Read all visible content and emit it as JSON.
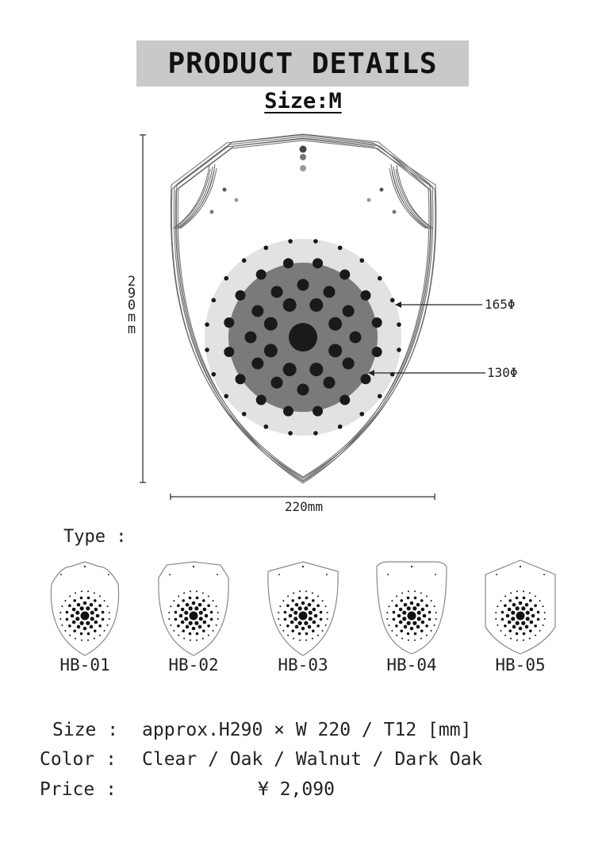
{
  "header": {
    "title": "PRODUCT DETAILS",
    "size_label": "Size:M"
  },
  "diagram": {
    "height_label": [
      "2",
      "9",
      "0",
      "m",
      "m"
    ],
    "width_label": "220mm",
    "outer_diameter_label": "165Φ",
    "inner_diameter_label": "130Φ",
    "colors": {
      "outer_ring": "#e2e2e2",
      "inner_disc": "#7a7a7a",
      "dots": "#1a1a1a",
      "outline": "#6a6a6a"
    }
  },
  "types": {
    "label": "Type :",
    "items": [
      {
        "name": "HB-01"
      },
      {
        "name": "HB-02"
      },
      {
        "name": "HB-03"
      },
      {
        "name": "HB-04"
      },
      {
        "name": "HB-05"
      }
    ]
  },
  "specs": {
    "size_key": "Size :",
    "size_value": "approx.H290 × W 220 / T12 [mm]",
    "color_key": "Color :",
    "color_value": "Clear / Oak / Walnut / Dark Oak",
    "price_key": "Price :",
    "price_value": "¥ 2,090"
  }
}
